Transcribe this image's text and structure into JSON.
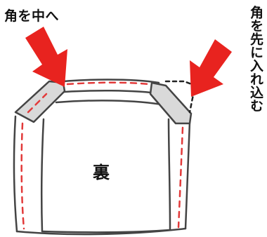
{
  "labels": {
    "top_left": "角を中へ",
    "right_vertical": "角を先に入れ込む",
    "center": "裏"
  },
  "colors": {
    "arrow": "#e8231f",
    "outline": "#444444",
    "stitch": "#e23a3a",
    "guide": "#222222"
  }
}
